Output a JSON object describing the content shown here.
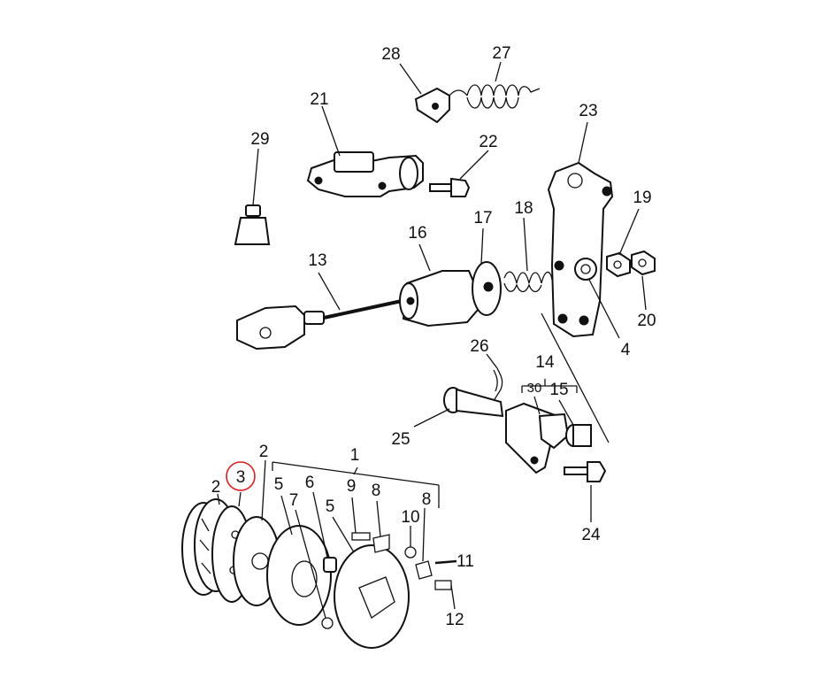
{
  "diagram": {
    "highlight_color": "#d42020",
    "labels": {
      "l1": "1",
      "l2a": "2",
      "l2b": "2",
      "l3": "3",
      "l4": "4",
      "l5a": "5",
      "l5b": "5",
      "l6": "6",
      "l7": "7",
      "l8a": "8",
      "l8b": "8",
      "l9": "9",
      "l10": "10",
      "l11": "11",
      "l12": "12",
      "l13": "13",
      "l14": "14",
      "l15": "15",
      "l16": "16",
      "l17": "17",
      "l18": "18",
      "l19": "19",
      "l20": "20",
      "l21": "21",
      "l22": "22",
      "l23": "23",
      "l24": "24",
      "l25": "25",
      "l26": "26",
      "l27": "27",
      "l28": "28",
      "l29": "29",
      "l30": "30"
    },
    "highlighted_label": "3"
  }
}
